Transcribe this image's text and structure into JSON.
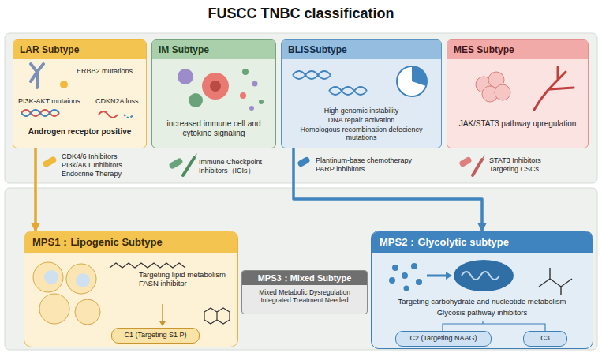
{
  "diagram": {
    "title": "FUSCC TNBC classification",
    "nodes": [
      {
        "text": [
          "LAR Subtype",
          "ERBB2 mutations",
          "PI3K-AKT mutaions",
          "CDKN2A loss",
          "Androgen receptor positive"
        ]
      },
      {
        "text": [
          "IM Subtype",
          "increased immune cell and cytokine signaling"
        ]
      },
      {
        "text": [
          "BLISSubtype",
          "High genomic instability",
          "DNA repair activation",
          "Homologous recombination defeciency mutations"
        ]
      },
      {
        "text": [
          "MES Subtype",
          "JAK/STAT3 pathway upregulation"
        ]
      },
      {
        "text": [
          "MPS1：Lipogenic Subtype",
          "Targeting lipid metabolism FASN inhibitor"
        ]
      },
      {
        "text": [
          "C1 (Targeting S1 P)"
        ],
        "in": 4
      },
      {
        "text": [
          "MPS3：Mixed Subtype",
          "Mixed Metabolic Dysregulation Integrated Treatment Needed"
        ]
      },
      {
        "text": [
          "MPS2：Glycolytic subtype",
          "Targeting carbohydrate and nucleotide metabolism",
          "Glycosis pathway inhibitors"
        ]
      },
      {
        "text": [
          "C2 (Targeting NAAG)"
        ],
        "in": 7
      },
      {
        "text": [
          "C3"
        ],
        "in": 7
      }
    ],
    "edges": [
      {
        "from": 0,
        "to": 4,
        "arrow": "to"
      },
      {
        "from": 2,
        "to": 7,
        "arrow": "to"
      }
    ],
    "labels": [
      "CDK4/6 Inhibitors",
      "PI3k/AKT Inhibitors",
      "Endocrine Therapy",
      "Immune Checkpoint Inhibitors（ICIs）",
      "Plantinum-base chemotherapy",
      "PARP inhibitors",
      "STAT3 Inhibitors",
      "Targeting CSCs"
    ]
  }
}
